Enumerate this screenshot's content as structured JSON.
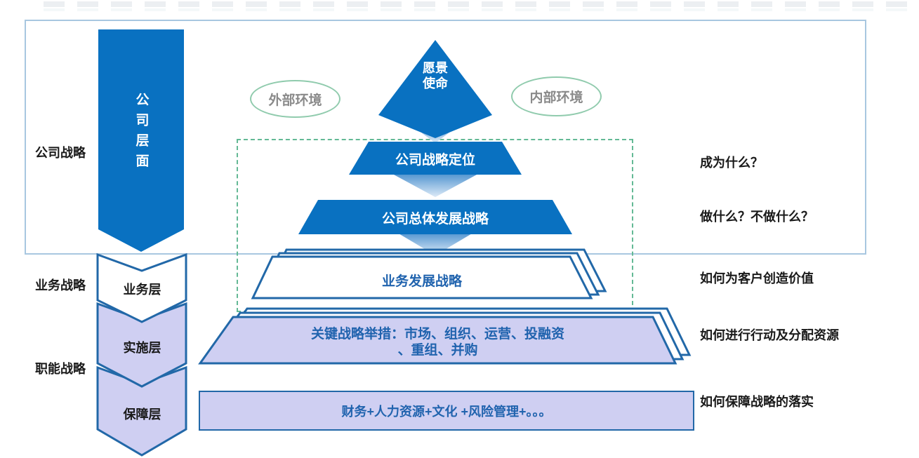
{
  "diagram": {
    "company_arrow_label": "公司层面",
    "left_labels": {
      "corporate": "公司战略",
      "business": "业务战略",
      "functional": "职能战略"
    },
    "pyramid_label": "愿景\n使命",
    "environment": {
      "external": "外部环境",
      "internal": "内部环境"
    },
    "levels": [
      {
        "label": "公司战略定位",
        "question": "成为什么？"
      },
      {
        "label": "公司总体发展战略",
        "question": "做什么？不做什么？"
      },
      {
        "label": "业务发展战略",
        "question": "如何为客户创造价值",
        "layer": "业务层"
      },
      {
        "label": "关键战略举措：市场、组织、运营、投融资\n、重组、并购",
        "question": "如何进行行动及分配资源",
        "layer": "实施层"
      },
      {
        "label": "财务+人力资源+文化 +风险管理+。。。",
        "question": "如何保障战略的落实",
        "layer": "保障层"
      }
    ],
    "colors": {
      "primary_blue": "#0971c1",
      "outline_blue": "#2268a8",
      "purple_fill": "#cfcff2",
      "white_fill": "#ffffff",
      "dashed_green": "#63b995",
      "ellipse_green": "#90cbad",
      "outer_box_border": "#a8c7e0",
      "blue_text": "#2063ae",
      "gray_text": "#8a8a8a"
    }
  }
}
